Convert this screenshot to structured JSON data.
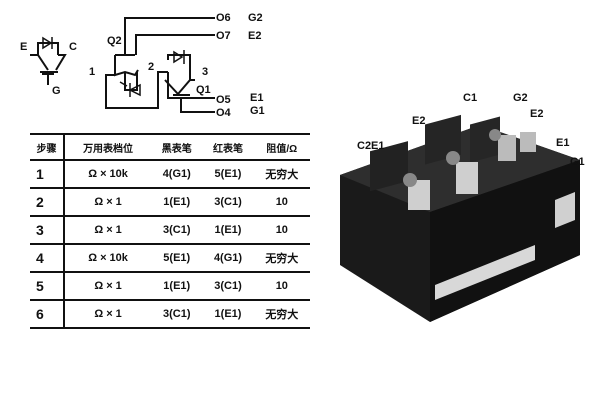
{
  "symbol": {
    "e": "E",
    "c": "C",
    "g": "G"
  },
  "circuit": {
    "q2": "Q2",
    "q1": "Q1",
    "n1": "1",
    "n2": "2",
    "n3": "3",
    "t6": "O6",
    "t6name": "G2",
    "t7": "O7",
    "t7name": "E2",
    "t5": "O5",
    "t5name": "E1",
    "t4": "O4",
    "t4name": "G1"
  },
  "table": {
    "headers": [
      "步骤",
      "万用表档位",
      "黑表笔",
      "红表笔",
      "阻值/Ω"
    ],
    "rows": [
      [
        "1",
        "Ω × 10k",
        "4(G1)",
        "5(E1)",
        "无穷大"
      ],
      [
        "2",
        "Ω × 1",
        "1(E1)",
        "3(C1)",
        "10"
      ],
      [
        "3",
        "Ω × 1",
        "3(C1)",
        "1(E1)",
        "10"
      ],
      [
        "4",
        "Ω × 10k",
        "5(E1)",
        "4(G1)",
        "无穷大"
      ],
      [
        "5",
        "Ω × 1",
        "1(E1)",
        "3(C1)",
        "10"
      ],
      [
        "6",
        "Ω × 1",
        "3(C1)",
        "1(E1)",
        "无穷大"
      ]
    ]
  },
  "photo_labels": {
    "c2e1": "C2E1",
    "e2a": "E2",
    "c1": "C1",
    "g2": "G2",
    "e2b": "E2",
    "e1": "E1",
    "g1": "G1"
  }
}
